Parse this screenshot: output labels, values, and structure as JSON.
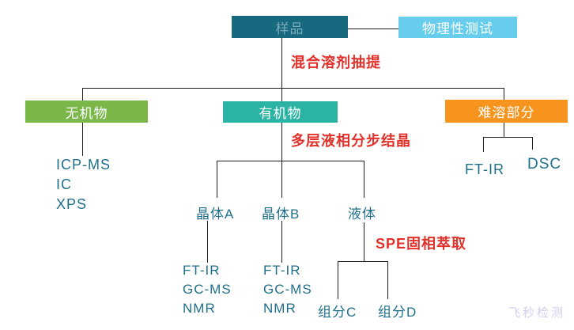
{
  "diagram": {
    "root": {
      "label": "样品"
    },
    "physical_test": {
      "label": "物理性测试"
    },
    "step_extraction": "混合溶剂抽提",
    "inorganic": {
      "label": "无机物",
      "methods": [
        "ICP-MS",
        "IC",
        "XPS"
      ]
    },
    "organic": {
      "label": "有机物"
    },
    "insoluble": {
      "label": "难溶部分",
      "method_ftir": "FT-IR",
      "method_dsc": "DSC"
    },
    "step_crystallization": "多层液相分步结晶",
    "crystal_a": {
      "label": "晶体A",
      "methods": [
        "FT-IR",
        "GC-MS",
        "NMR"
      ]
    },
    "crystal_b": {
      "label": "晶体B",
      "methods": [
        "FT-IR",
        "GC-MS",
        "NMR"
      ]
    },
    "liquid": {
      "label": "液体"
    },
    "step_spe": "SPE固相萃取",
    "component_c": {
      "label": "组分C"
    },
    "component_d": {
      "label": "组分D"
    },
    "watermark": "飞秒检测",
    "colors": {
      "root_box": "#17697f",
      "root_box_text": "#7aaaba",
      "physical_box": "#67cdec",
      "inorganic_box": "#7ab648",
      "organic_box": "#2bb3a4",
      "insoluble_box": "#f7941e",
      "box_text": "#ffffff",
      "step_text": "#e2312a",
      "method_text": "#1f6f8b",
      "line": "#1f1f1f",
      "watermark_text": "#d5cdef",
      "background": "#ffffff"
    }
  }
}
